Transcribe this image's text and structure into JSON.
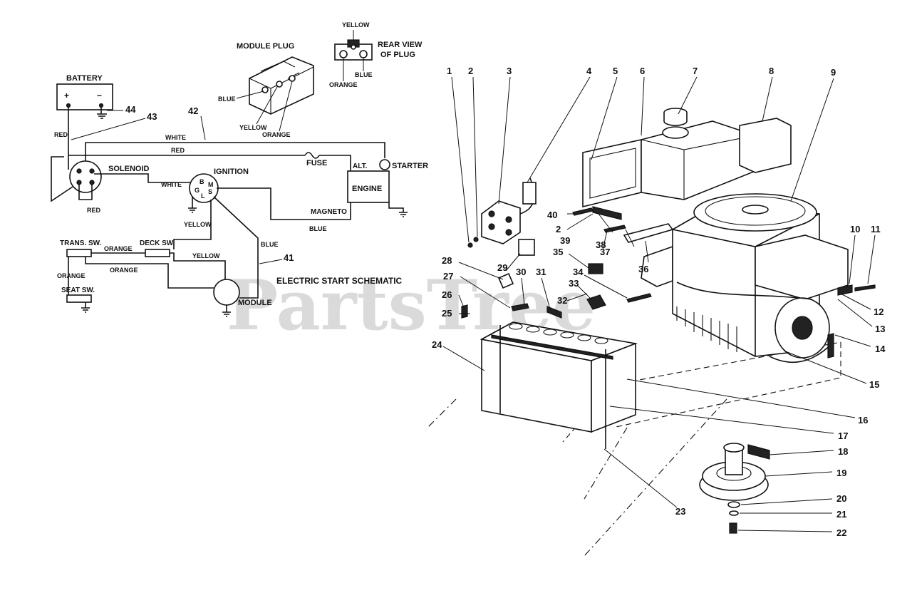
{
  "watermark": "PartsTree",
  "schematic": {
    "title": "ELECTRIC START SCHEMATIC",
    "battery": {
      "label": "BATTERY",
      "plus": "+",
      "minus": "−"
    },
    "module_plug": {
      "label": "MODULE PLUG",
      "blue": "BLUE",
      "yellow": "YELLOW",
      "orange": "ORANGE"
    },
    "rear_view": {
      "label_line1": "REAR VIEW",
      "label_line2": "OF PLUG",
      "yellow": "YELLOW",
      "orange": "ORANGE",
      "blue": "BLUE"
    },
    "components": {
      "solenoid": "SOLENOID",
      "ignition": "IGNITION",
      "ignition_terminals": [
        "B",
        "G",
        "L",
        "M",
        "S"
      ],
      "fuse": "FUSE",
      "alt": "ALT.",
      "starter": "STARTER",
      "engine": "ENGINE",
      "magneto": "MAGNETO",
      "trans_sw": "TRANS. SW.",
      "deck_sw": "DECK SW.",
      "seat_sw": "SEAT SW.",
      "module": "MODULE"
    },
    "wire_labels": {
      "red_battery": "RED",
      "white_top": "WHITE",
      "red_top": "RED",
      "white_solenoid": "WHITE",
      "red_solenoid": "RED",
      "blue_magneto": "BLUE",
      "yellow_ignition": "YELLOW",
      "blue_module": "BLUE",
      "orange_trans": "ORANGE",
      "yellow_deck": "YELLOW",
      "orange_module": "ORANGE",
      "orange_seat": "ORANGE"
    },
    "callouts": [
      "44",
      "43",
      "42",
      "41"
    ]
  },
  "part_numbers": [
    "1",
    "2",
    "3",
    "4",
    "5",
    "6",
    "7",
    "8",
    "9",
    "10",
    "11",
    "12",
    "13",
    "14",
    "15",
    "16",
    "17",
    "18",
    "19",
    "20",
    "21",
    "22",
    "23",
    "24",
    "25",
    "26",
    "27",
    "28",
    "29",
    "30",
    "31",
    "32",
    "33",
    "34",
    "35",
    "36",
    "37",
    "38",
    "39",
    "40",
    "2"
  ]
}
